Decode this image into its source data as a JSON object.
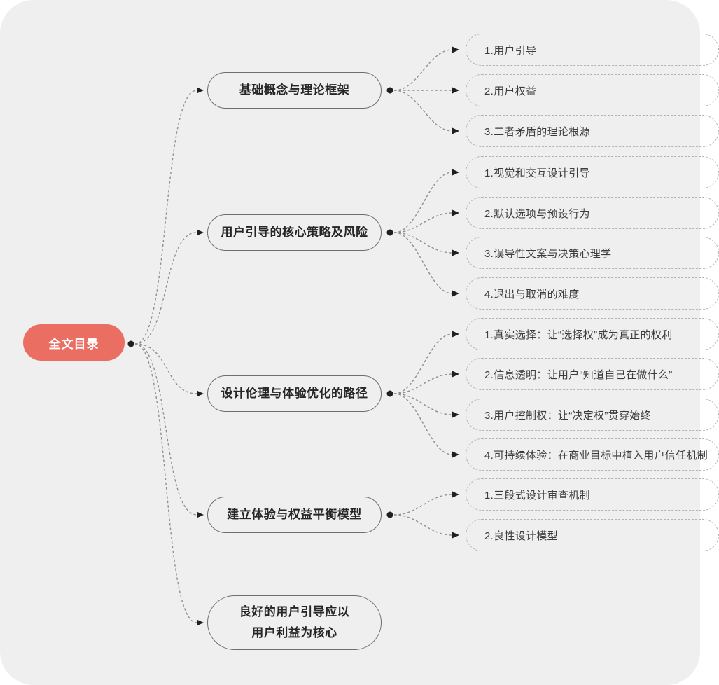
{
  "root": {
    "label": "全文目录"
  },
  "branches": [
    {
      "label": "基础概念与理论框架",
      "children": [
        {
          "label": "1.用户引导"
        },
        {
          "label": "2.用户权益"
        },
        {
          "label": "3.二者矛盾的理论根源"
        }
      ]
    },
    {
      "label": "用户引导的核心策略及风险",
      "children": [
        {
          "label": "1.视觉和交互设计引导"
        },
        {
          "label": "2.默认选项与预设行为"
        },
        {
          "label": "3.误导性文案与决策心理学"
        },
        {
          "label": "4.退出与取消的难度"
        }
      ]
    },
    {
      "label": "设计伦理与体验优化的路径",
      "children": [
        {
          "label": "1.真实选择：让“选择权”成为真正的权利"
        },
        {
          "label": "2.信息透明：让用户“知道自己在做什么”"
        },
        {
          "label": "3.用户控制权：让“决定权”贯穿始终"
        },
        {
          "label": "4.可持续体验：在商业目标中植入用户信任机制"
        }
      ]
    },
    {
      "label": "建立体验与权益平衡模型",
      "children": [
        {
          "label": "1.三段式设计审查机制"
        },
        {
          "label": "2.良性设计模型"
        }
      ]
    },
    {
      "label": "良好的用户引导应以\n用户利益为核心",
      "children": []
    }
  ],
  "colors": {
    "canvas_bg": "#efefef",
    "page_bg": "#ffffff",
    "root_fill": "#eb6e62",
    "root_text": "#ffffff",
    "branch_border": "#6e6e6e",
    "branch_text": "#262626",
    "leaf_border": "#b3b3b3",
    "leaf_text": "#3d3d3d",
    "edge": "#909090",
    "connector_dot": "#1f1f1f"
  }
}
